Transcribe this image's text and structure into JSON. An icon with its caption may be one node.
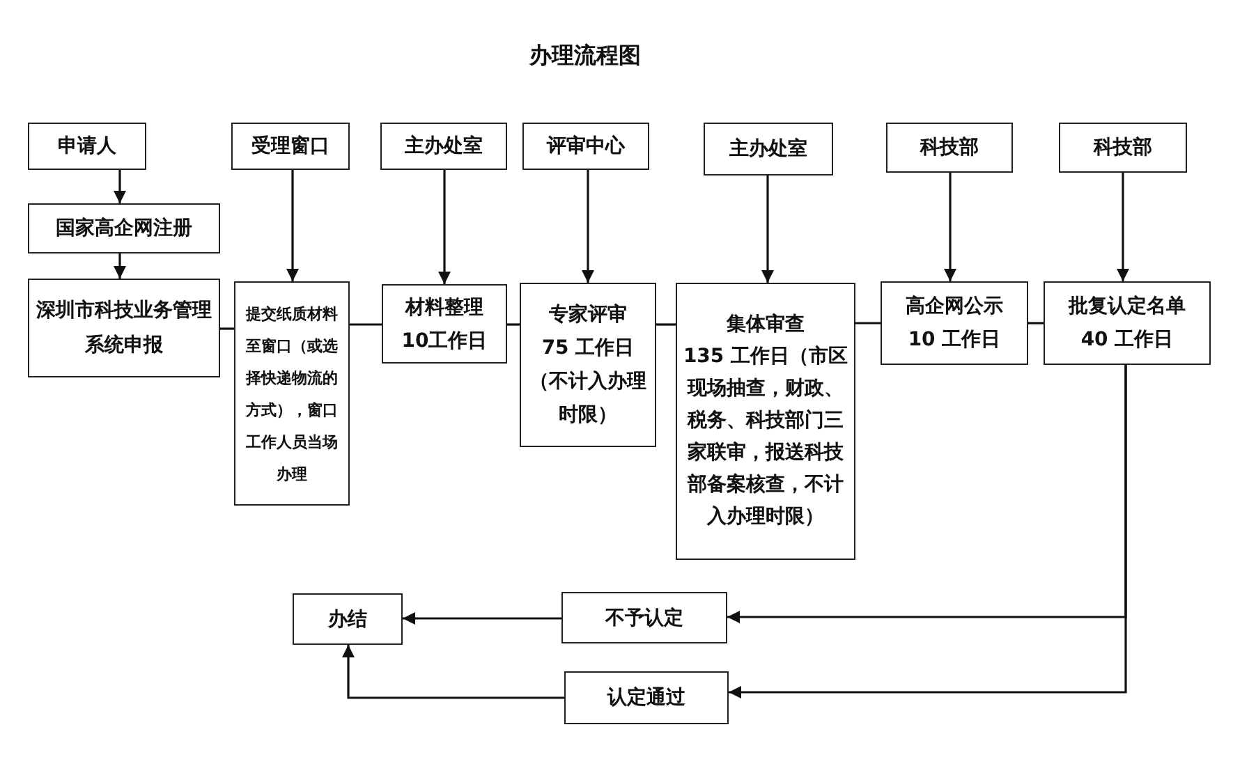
{
  "diagram": {
    "title": "办理流程图",
    "nodes": [
      {
        "text": [
          "申请人"
        ]
      },
      {
        "text": [
          "受理窗口"
        ]
      },
      {
        "text": [
          "主办处室"
        ]
      },
      {
        "text": [
          "评审中心"
        ]
      },
      {
        "text": [
          "主办处室"
        ]
      },
      {
        "text": [
          "科技部"
        ]
      },
      {
        "text": [
          "科技部"
        ]
      },
      {
        "text": [
          "国家高企网注册"
        ]
      },
      {
        "text": [
          "深圳市科技业务管理系统申报"
        ]
      },
      {
        "text": [
          "提交纸质材料至窗口（或选择快递物流的方式），窗口工作人员当场办理"
        ]
      },
      {
        "text": [
          "材料整理",
          "10工作日"
        ]
      },
      {
        "text": [
          "专家评审",
          "75 工作日（不计入办理时限）"
        ]
      },
      {
        "text": [
          "集体审查",
          "135 工作日（市区现场抽查，财政、税务、科技部门三家联审，报送科技部备案核查，不计入办理时限）"
        ]
      },
      {
        "text": [
          "高企网公示",
          "10 工作日"
        ]
      },
      {
        "text": [
          "批复认定名单",
          "40 工作日"
        ]
      },
      {
        "text": [
          "办结"
        ]
      },
      {
        "text": [
          "不予认定"
        ]
      },
      {
        "text": [
          "认定通过"
        ]
      }
    ],
    "edges": [
      {
        "from": 0,
        "to": 7,
        "arrow": "to"
      },
      {
        "from": 7,
        "to": 8,
        "arrow": "to"
      },
      {
        "from": 1,
        "to": 9,
        "arrow": "to"
      },
      {
        "from": 2,
        "to": 10,
        "arrow": "to"
      },
      {
        "from": 3,
        "to": 11,
        "arrow": "to"
      },
      {
        "from": 4,
        "to": 12,
        "arrow": "to"
      },
      {
        "from": 5,
        "to": 13,
        "arrow": "to"
      },
      {
        "from": 6,
        "to": 14,
        "arrow": "to"
      },
      {
        "from": 8,
        "to": 9,
        "arrow": "none"
      },
      {
        "from": 9,
        "to": 10,
        "arrow": "none"
      },
      {
        "from": 10,
        "to": 11,
        "arrow": "none"
      },
      {
        "from": 11,
        "to": 12,
        "arrow": "none"
      },
      {
        "from": 12,
        "to": 13,
        "arrow": "none"
      },
      {
        "from": 13,
        "to": 14,
        "arrow": "none"
      },
      {
        "from": 14,
        "to": 16,
        "arrow": "to"
      },
      {
        "from": 14,
        "to": 17,
        "arrow": "to"
      },
      {
        "from": 16,
        "to": 15,
        "arrow": "to"
      },
      {
        "from": 17,
        "to": 15,
        "arrow": "to"
      }
    ]
  }
}
